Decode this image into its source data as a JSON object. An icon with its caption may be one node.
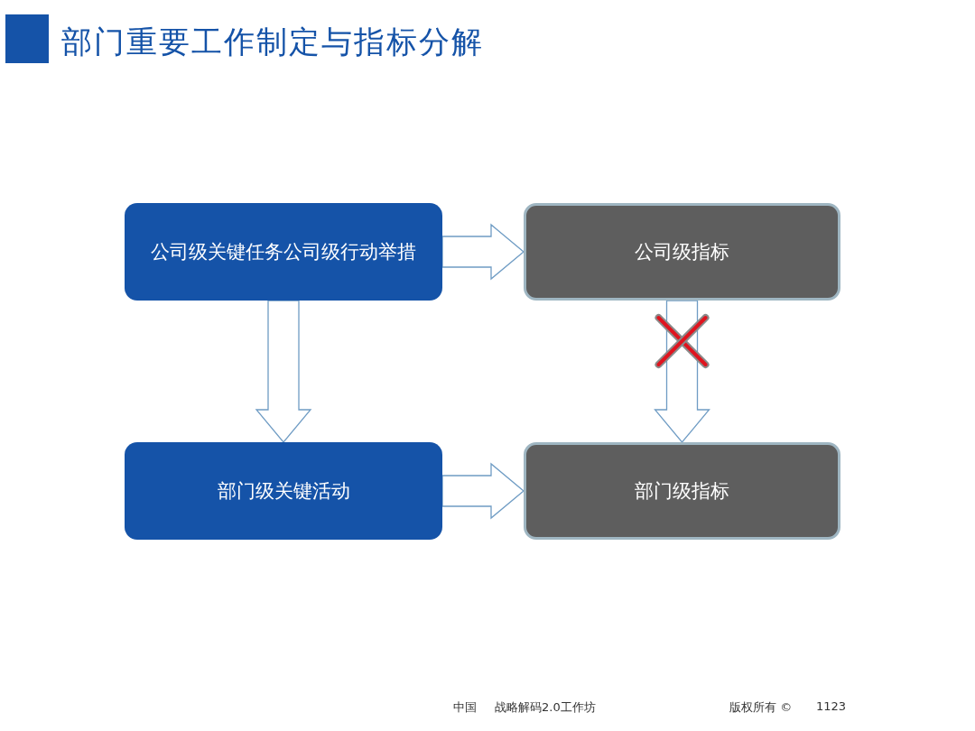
{
  "diagram": {
    "title": "部门重要工作制定与指标分解",
    "nodes": [
      {
        "text": [
          "公司级关键任务",
          "公司级行动举措"
        ]
      },
      {
        "text": [
          "公司级指标"
        ]
      },
      {
        "text": [
          "部门级关键活动"
        ]
      },
      {
        "text": [
          "部门级指标"
        ]
      }
    ],
    "edges": [
      {
        "from": 0,
        "to": 1,
        "arrow": "to"
      },
      {
        "from": 0,
        "to": 2,
        "arrow": "to"
      },
      {
        "from": 1,
        "to": 3,
        "arrow": "to"
      },
      {
        "from": 2,
        "to": 3,
        "arrow": "to"
      }
    ],
    "labels": [
      "中国",
      "战略解码2.0工作坊",
      "版权所有 ©",
      "1123"
    ]
  }
}
